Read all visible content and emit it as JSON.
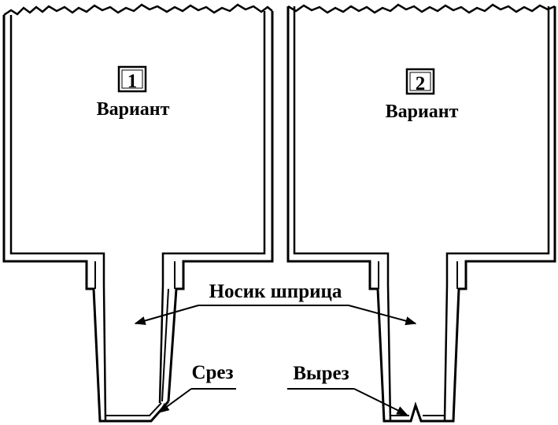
{
  "variant_1": {
    "number": "1",
    "label": "Вариант"
  },
  "variant_2": {
    "number": "2",
    "label": "Вариант"
  },
  "callouts": {
    "nozzle": "Носик шприца",
    "cut": "Срез",
    "notch": "Вырез"
  },
  "colors": {
    "ink": "#000000",
    "paper": "#ffffff"
  }
}
